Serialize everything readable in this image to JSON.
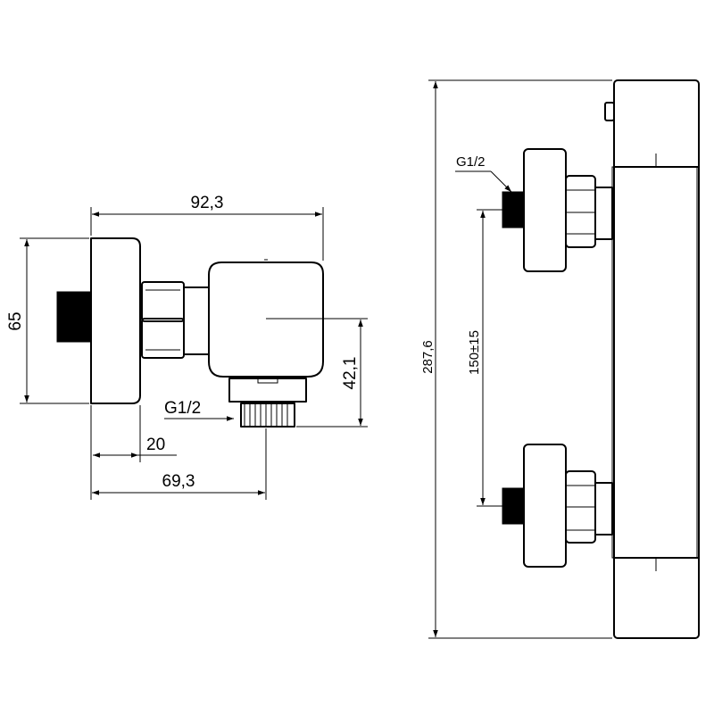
{
  "dimensions": {
    "width_top": "92,3",
    "height_left": "65",
    "height_outlet": "42,1",
    "thread_label_side": "G1/2",
    "depth_wall": "20",
    "depth_outlet": "69,3",
    "total_height": "287,6",
    "center_distance": "150±15",
    "thread_label_front": "G1/2"
  }
}
